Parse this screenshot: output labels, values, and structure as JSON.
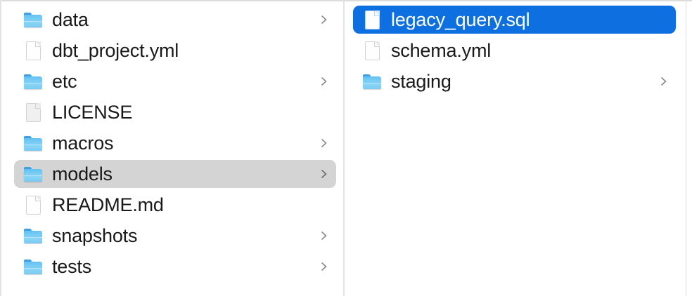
{
  "window": {
    "title": "Finder",
    "view_mode": "column",
    "accent_color": "#0d6fe0",
    "inactive_selection_color": "#d4d4d4",
    "label_color": "#19191a",
    "selected_label_color": "#ffffff",
    "folder_icon_color": "#7fd0f5",
    "document_icon_color": "#fefefe",
    "divider_color": "#e4e4e4"
  },
  "columns": [
    {
      "name": "parent-column",
      "items": [
        {
          "label": "data",
          "kind": "folder",
          "icon": "folder-icon",
          "has_chevron": true,
          "selected": "none"
        },
        {
          "label": "dbt_project.yml",
          "kind": "file",
          "icon": "document-icon",
          "has_chevron": false,
          "selected": "none"
        },
        {
          "label": "etc",
          "kind": "folder",
          "icon": "folder-icon",
          "has_chevron": true,
          "selected": "none"
        },
        {
          "label": "LICENSE",
          "kind": "file",
          "icon": "document-icon",
          "has_chevron": false,
          "selected": "none"
        },
        {
          "label": "macros",
          "kind": "folder",
          "icon": "folder-icon",
          "has_chevron": true,
          "selected": "none"
        },
        {
          "label": "models",
          "kind": "folder",
          "icon": "folder-icon",
          "has_chevron": true,
          "selected": "inactive"
        },
        {
          "label": "README.md",
          "kind": "file",
          "icon": "document-icon",
          "has_chevron": false,
          "selected": "none"
        },
        {
          "label": "snapshots",
          "kind": "folder",
          "icon": "folder-icon",
          "has_chevron": true,
          "selected": "none"
        },
        {
          "label": "tests",
          "kind": "folder",
          "icon": "folder-icon",
          "has_chevron": true,
          "selected": "none"
        }
      ]
    },
    {
      "name": "models-column",
      "items": [
        {
          "label": "legacy_query.sql",
          "kind": "file",
          "icon": "document-icon",
          "has_chevron": false,
          "selected": "active"
        },
        {
          "label": "schema.yml",
          "kind": "file",
          "icon": "document-icon",
          "has_chevron": false,
          "selected": "none"
        },
        {
          "label": "staging",
          "kind": "folder",
          "icon": "folder-icon",
          "has_chevron": true,
          "selected": "none"
        }
      ]
    }
  ]
}
